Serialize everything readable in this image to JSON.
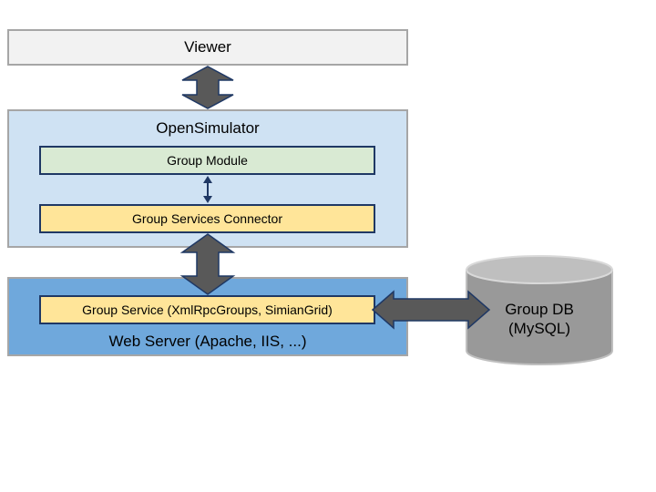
{
  "nodes": {
    "viewer": "Viewer",
    "opensimulator": "OpenSimulator",
    "group_module": "Group Module",
    "group_services_connector": "Group Services Connector",
    "group_service": "Group Service (XmlRpcGroups, SimianGrid)",
    "web_server": "Web Server (Apache, IIS, ...)",
    "group_db_line1": "Group DB",
    "group_db_line2": "(MySQL)"
  },
  "colors": {
    "viewer_fill": "#f2f2f2",
    "opensim_fill": "#cfe2f3",
    "group_module_fill": "#d9ead3",
    "connector_fill": "#ffe599",
    "web_server_fill": "#6fa8dc",
    "db_fill": "#999999",
    "arrow_fill": "#595959"
  }
}
